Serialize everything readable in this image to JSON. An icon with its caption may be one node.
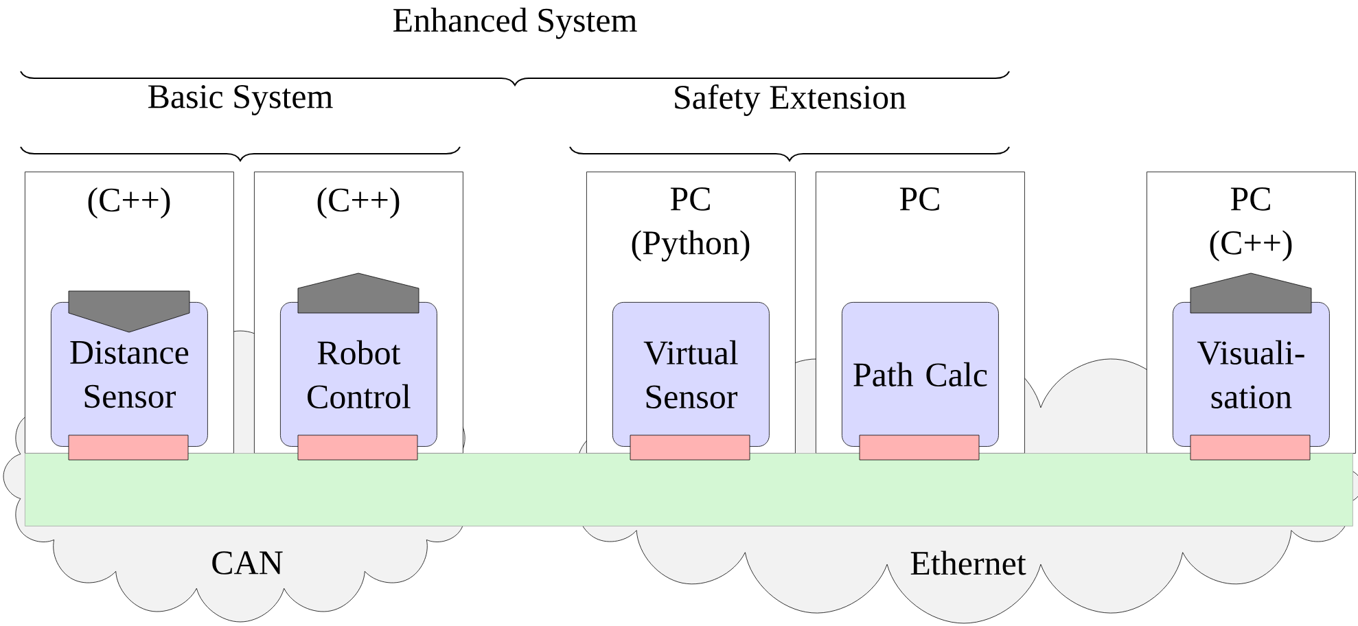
{
  "diagram": {
    "nodes": [
      {
        "text": [
          "(C++)"
        ]
      },
      {
        "text": [
          "Distance Sensor"
        ],
        "in": 0
      },
      {
        "text": [
          "(C++)"
        ]
      },
      {
        "text": [
          "Robot Control"
        ],
        "in": 2
      },
      {
        "text": [
          "PC (Python)"
        ]
      },
      {
        "text": [
          "Virtual Sensor"
        ],
        "in": 4
      },
      {
        "text": [
          "PC"
        ]
      },
      {
        "text": [
          "Path Calc"
        ],
        "in": 6
      },
      {
        "text": [
          "PC (C++)"
        ]
      },
      {
        "text": [
          "Visuali- sation"
        ],
        "in": 8
      },
      {
        "text": [],
        "shape": "bar"
      },
      {
        "text": [
          "CAN"
        ]
      },
      {
        "text": [
          "Ethernet"
        ]
      }
    ],
    "labels": [
      "Enhanced System",
      "Basic System",
      "Safety Extension"
    ]
  }
}
